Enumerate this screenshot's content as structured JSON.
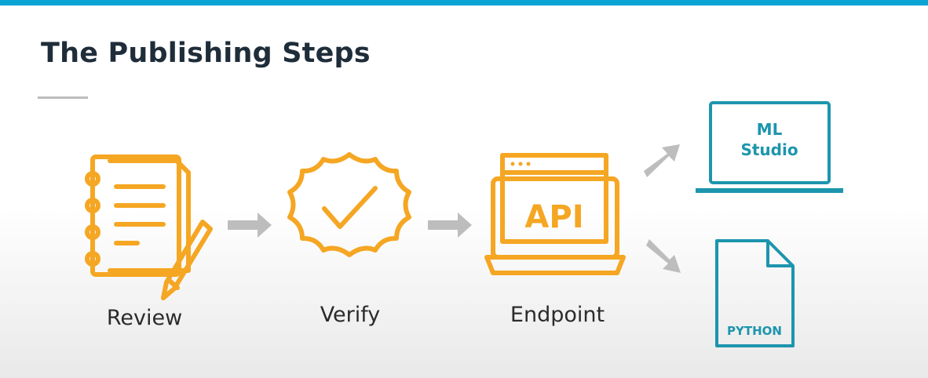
{
  "slide": {
    "title": "The Publishing Steps"
  },
  "steps": [
    {
      "label": "Review",
      "icon": "notepad-pencil-icon"
    },
    {
      "label": "Verify",
      "icon": "badge-check-icon"
    },
    {
      "label": "Endpoint",
      "icon": "api-laptop-icon"
    }
  ],
  "endpoint_badge": "API",
  "targets": [
    {
      "label": "ML\nStudio",
      "line1": "ML",
      "line2": "Studio",
      "icon": "laptop-icon"
    },
    {
      "label": "PYTHON",
      "icon": "python-file-icon"
    }
  ],
  "colors": {
    "accent_bar": "#0aa3d6",
    "orange": "#f5a623",
    "teal": "#1d95ad",
    "arrow": "#bdbdbd"
  }
}
